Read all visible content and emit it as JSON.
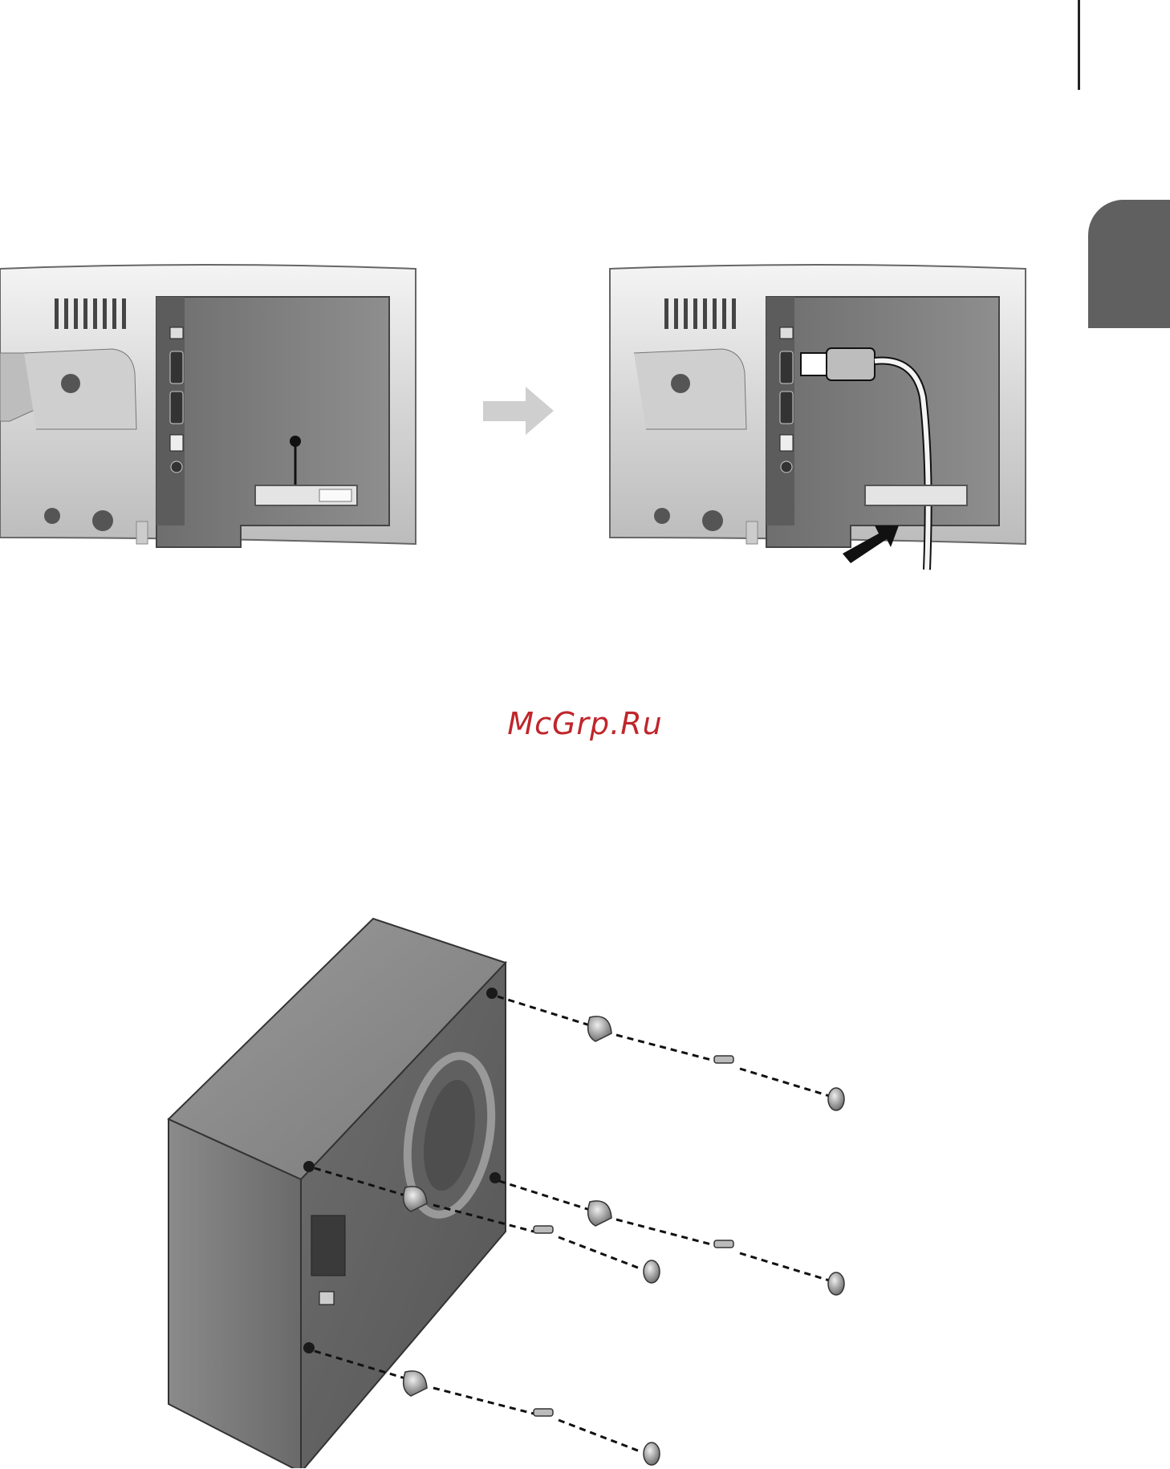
{
  "page": {
    "watermark": "McGrp.Ru"
  },
  "figures": [
    {
      "id": "soundbar-rear-before",
      "icon": "soundbar-rear-panel-icon"
    },
    {
      "id": "step-arrow",
      "icon": "arrow-right-icon"
    },
    {
      "id": "soundbar-rear-after",
      "icon": "soundbar-hdmi-connected-icon"
    },
    {
      "id": "subwoofer-feet",
      "icon": "subwoofer-foot-assembly-icon"
    }
  ],
  "colors": {
    "watermark": "#c0262b",
    "tab": "#606060",
    "panel": "#8c8c8c"
  }
}
